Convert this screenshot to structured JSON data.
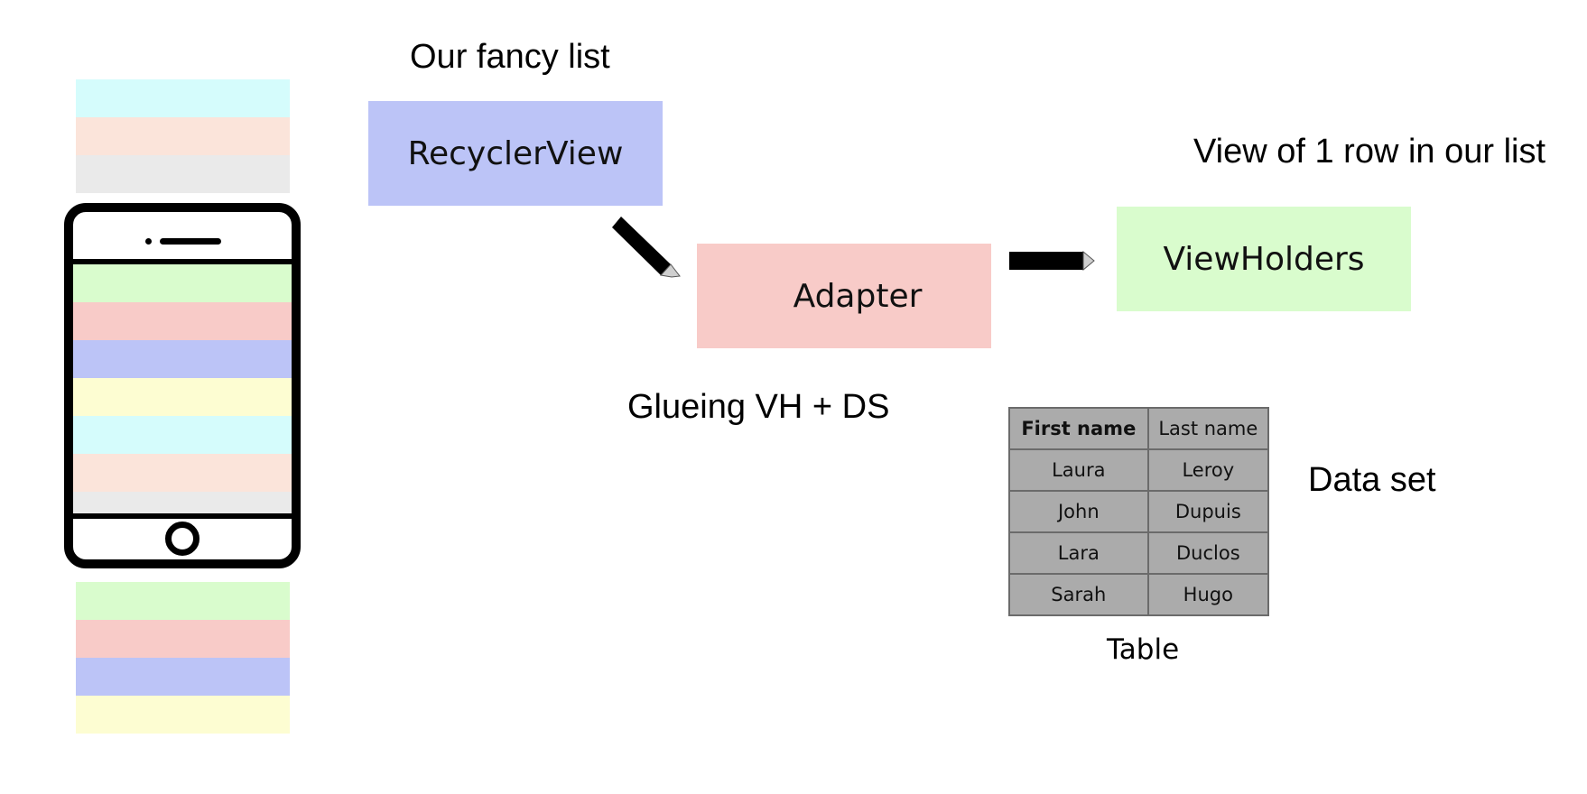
{
  "labels": {
    "fancy_list": "Our fancy list",
    "view_row": "View of 1 row in our list",
    "glueing": "Glueing VH + DS",
    "data_set": "Data set",
    "table_caption": "Table"
  },
  "nodes": {
    "recycler": "RecyclerView",
    "adapter": "Adapter",
    "viewholders": "ViewHolders"
  },
  "table": {
    "headers": [
      "First name",
      "Last name"
    ],
    "rows": [
      [
        "Laura",
        "Leroy"
      ],
      [
        "John",
        "Dupuis"
      ],
      [
        "Lara",
        "Duclos"
      ],
      [
        "Sarah",
        "Hugo"
      ]
    ]
  },
  "colors": {
    "cyan": "#d5fcfc",
    "peach": "#fbe4da",
    "gray": "#eaeaea",
    "green": "#d9fccd",
    "red": "#f8cbc8",
    "blue": "#bcc4f7",
    "yellow": "#fdfdd2"
  },
  "icons": {
    "phone": "smartphone-icon",
    "pencil": "pencil-arrow-icon"
  }
}
